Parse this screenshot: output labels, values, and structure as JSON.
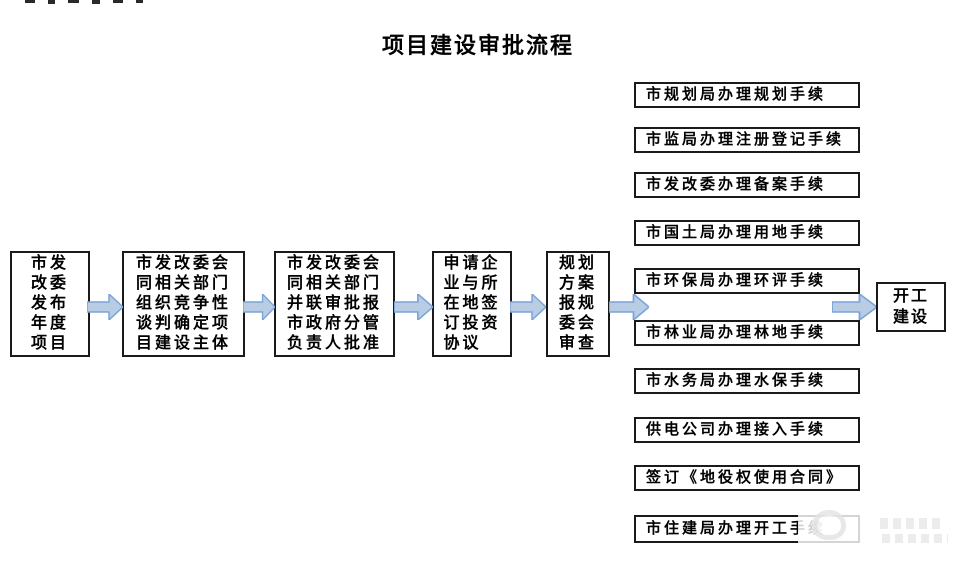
{
  "title": "项目建设审批流程",
  "flow_boxes": [
    "市发\n改委\n发布\n年度\n项目",
    "市发改委会\n同相关部门\n组织竞争性\n谈判确定项\n目建设主体",
    "市发改委会\n同相关部门\n并联审批报\n市政府分管\n负责人批准",
    "申请企\n业与所\n在地签\n订投资\n协议",
    "规划\n方案\n报规\n委会\n审查"
  ],
  "stack_boxes": [
    "市规划局办理规划手续",
    "市监局办理注册登记手续",
    "市发改委办理备案手续",
    "市国土局办理用地手续",
    "市环保局办理环评手续",
    "市林业局办理林地手续",
    "市水务局办理水保手续",
    "供电公司办理接入手续",
    "签订《地役权使用合同》",
    "市住建局办理开工手续"
  ],
  "final_box": "开工\n建设",
  "colors": {
    "arrow_fill": "#b8cce4",
    "arrow_stroke": "#7aa4d9",
    "box_border": "#1a1a1a",
    "text": "#000000"
  }
}
